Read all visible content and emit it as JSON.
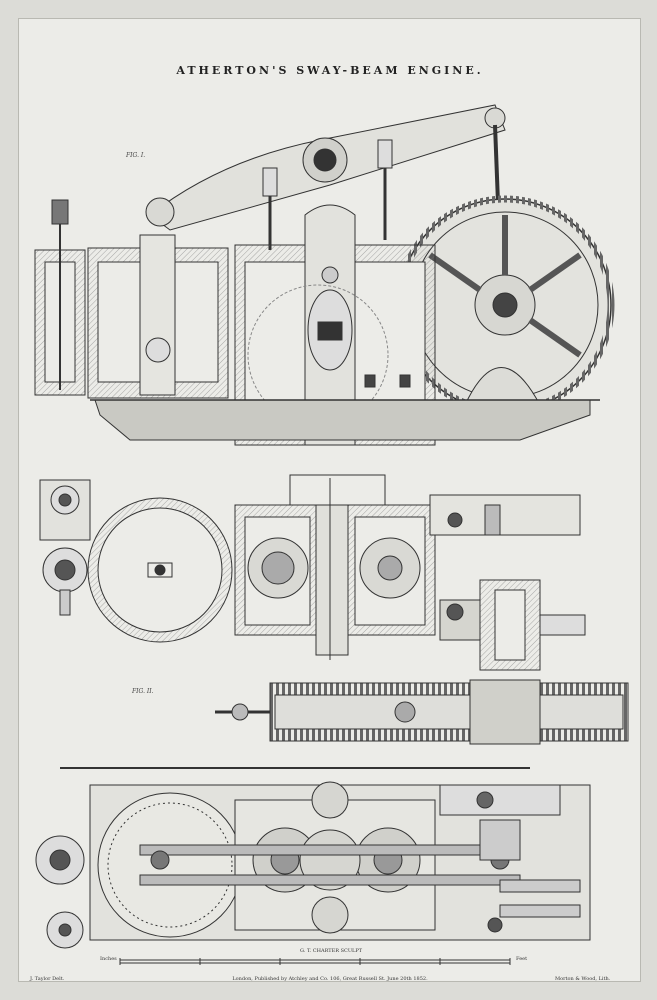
{
  "title": "ATHERTON'S SWAY-BEAM ENGINE.",
  "figure_labels": {
    "fig1": "FIG. I.",
    "fig2": "FIG. II."
  },
  "imprint_left": "J. Taylor Delt.",
  "imprint_center": "London, Published by Atchley and Co. 106, Great Russell St. June 20th 1852.",
  "imprint_right": "Morton & Wood, Lith.",
  "scale_label_left": "Inches",
  "scale_label_right": "Feet",
  "credit_center": "G. T. CHARTER SCULPT"
}
